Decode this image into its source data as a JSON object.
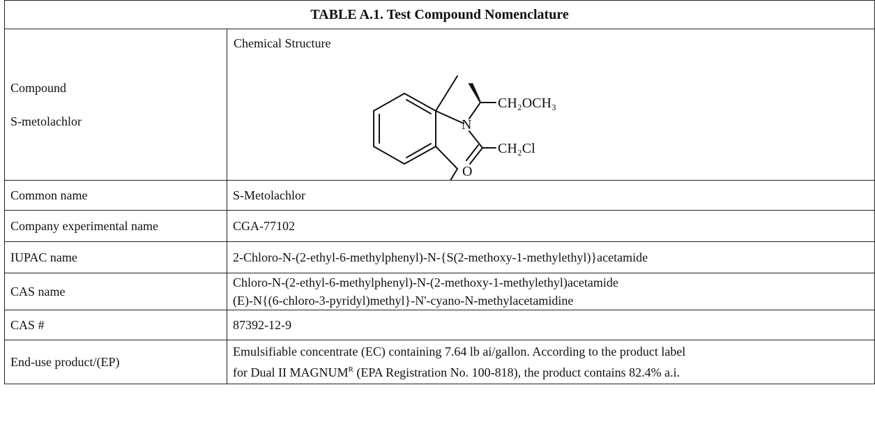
{
  "table": {
    "title": "TABLE A.1. Test Compound Nomenclature",
    "compound_label": "Compound",
    "compound_value": "S-metolachlor",
    "structure_caption": "Chemical Structure",
    "structure_labels": {
      "n": "N",
      "o": "O",
      "methoxy": "CH₂OCH₃",
      "chloromethyl": "CH₂Cl"
    },
    "rows": [
      {
        "label": "Common name",
        "value": "S-Metolachlor"
      },
      {
        "label": "Company experimental name",
        "value": "CGA-77102"
      },
      {
        "label": "IUPAC name",
        "value": "2-Chloro-N-(2-ethyl-6-methylphenyl)-N-{S(2-methoxy-1-methylethyl)}acetamide"
      },
      {
        "label": "CAS name",
        "value_line1": "Chloro-N-(2-ethyl-6-methylphenyl)-N-(2-methoxy-1-methylethyl)acetamide",
        "value_line2": "(E)-N{(6-chloro-3-pyridyl)methyl}-N'-cyano-N-methylacetamidine"
      },
      {
        "label": "CAS #",
        "value": "87392-12-9"
      },
      {
        "label": "End-use product/(EP)",
        "value_line1": "Emulsifiable concentrate (EC) containing 7.64 lb ai/gallon.  According to the product label",
        "value_line2_pre": "for Dual II MAGNUM",
        "value_line2_sup": "R",
        "value_line2_post": " (EPA Registration No. 100-818), the product contains 82.4% a.i."
      }
    ]
  }
}
